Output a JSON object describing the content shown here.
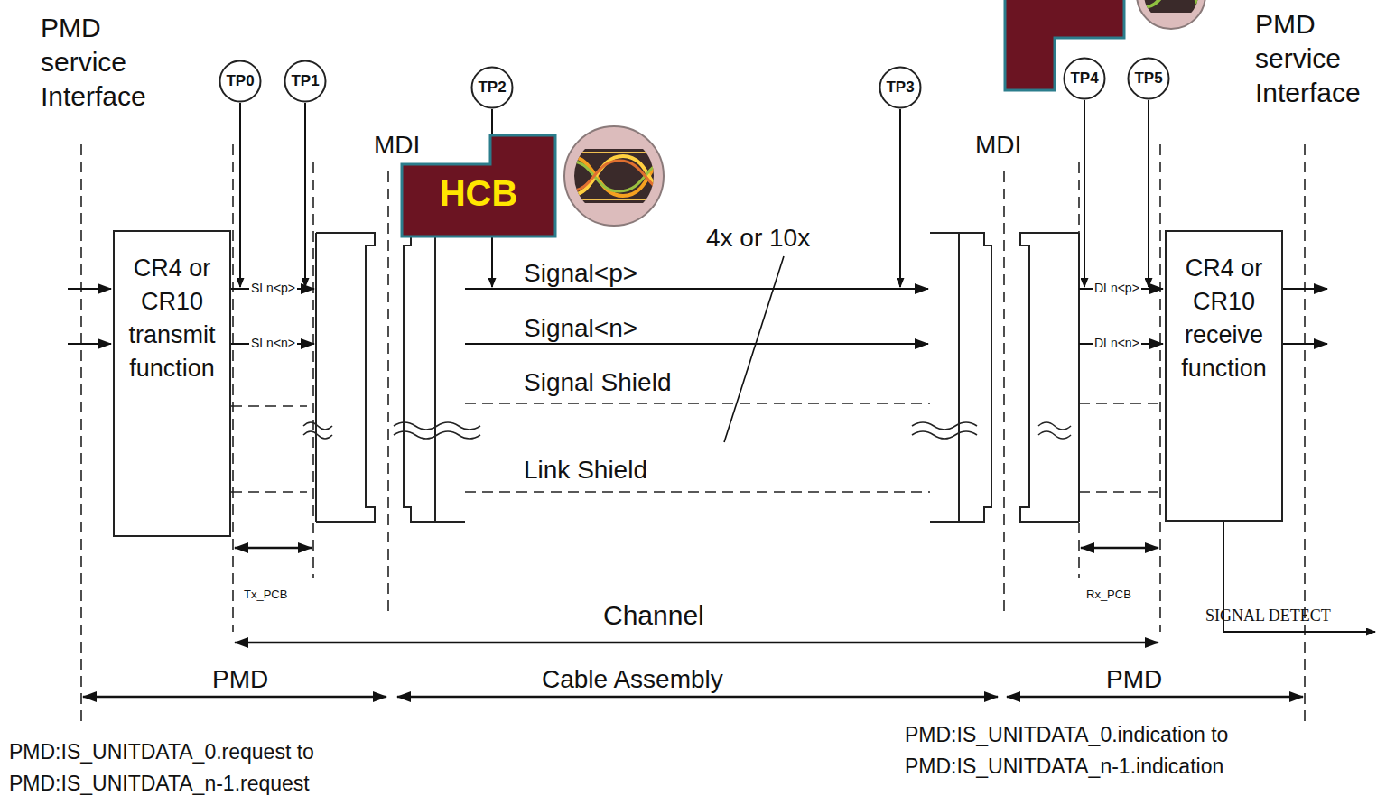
{
  "diagram": {
    "nodes": [
      {
        "text": [
          "TP0"
        ]
      },
      {
        "text": [
          "TP1"
        ]
      },
      {
        "text": [
          "TP2"
        ]
      },
      {
        "text": [
          "TP3"
        ]
      },
      {
        "text": [
          "TP4"
        ]
      },
      {
        "text": [
          "TP5"
        ]
      },
      {
        "text": [
          "HCB"
        ]
      },
      {
        "text": [
          "CR4 or CR10 transmit function"
        ]
      },
      {
        "text": [
          "CR4 or CR10 receive function"
        ]
      }
    ],
    "labels": [
      "PMD service Interface",
      "PMD service Interface",
      "MDI",
      "MDI",
      "4x or 10x",
      "SLn<p>",
      "Signal<p>",
      "DLn<p>",
      "SLn<n>",
      "Signal<n>",
      "DLn<n>",
      "Signal Shield",
      "Link Shield",
      "Tx_PCB",
      "Rx_PCB",
      "Channel",
      "SIGNAL DETECT",
      "PMD",
      "Cable Assembly",
      "PMD",
      "PMD:IS_UNITDATA_0.indication to PMD:IS_UNITDATA_n-1.indication",
      "PMD:IS_UNITDATA_0.request to PMD:IS_UNITDATA_n-1.request"
    ]
  }
}
